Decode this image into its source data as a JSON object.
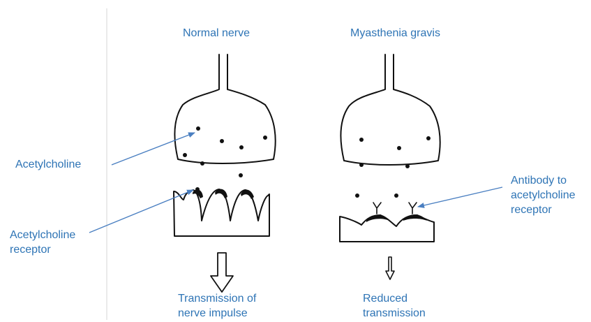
{
  "colors": {
    "label_text": "#2e74b5",
    "arrow": "#4a7fc1",
    "ink": "#111111",
    "page_rule": "#d0d0d0"
  },
  "titles": {
    "normal": "Normal nerve",
    "myasthenia": "Myasthenia gravis"
  },
  "labels": {
    "acetylcholine": "Acetylcholine",
    "acetylcholine_receptor": [
      "Acetylcholine",
      "receptor"
    ],
    "antibody": [
      "Antibody to",
      "acetylcholine",
      "receptor"
    ]
  },
  "outcomes": {
    "normal": [
      "Transmission of",
      "nerve impulse"
    ],
    "myasthenia": [
      "Reduced",
      "transmission"
    ]
  }
}
